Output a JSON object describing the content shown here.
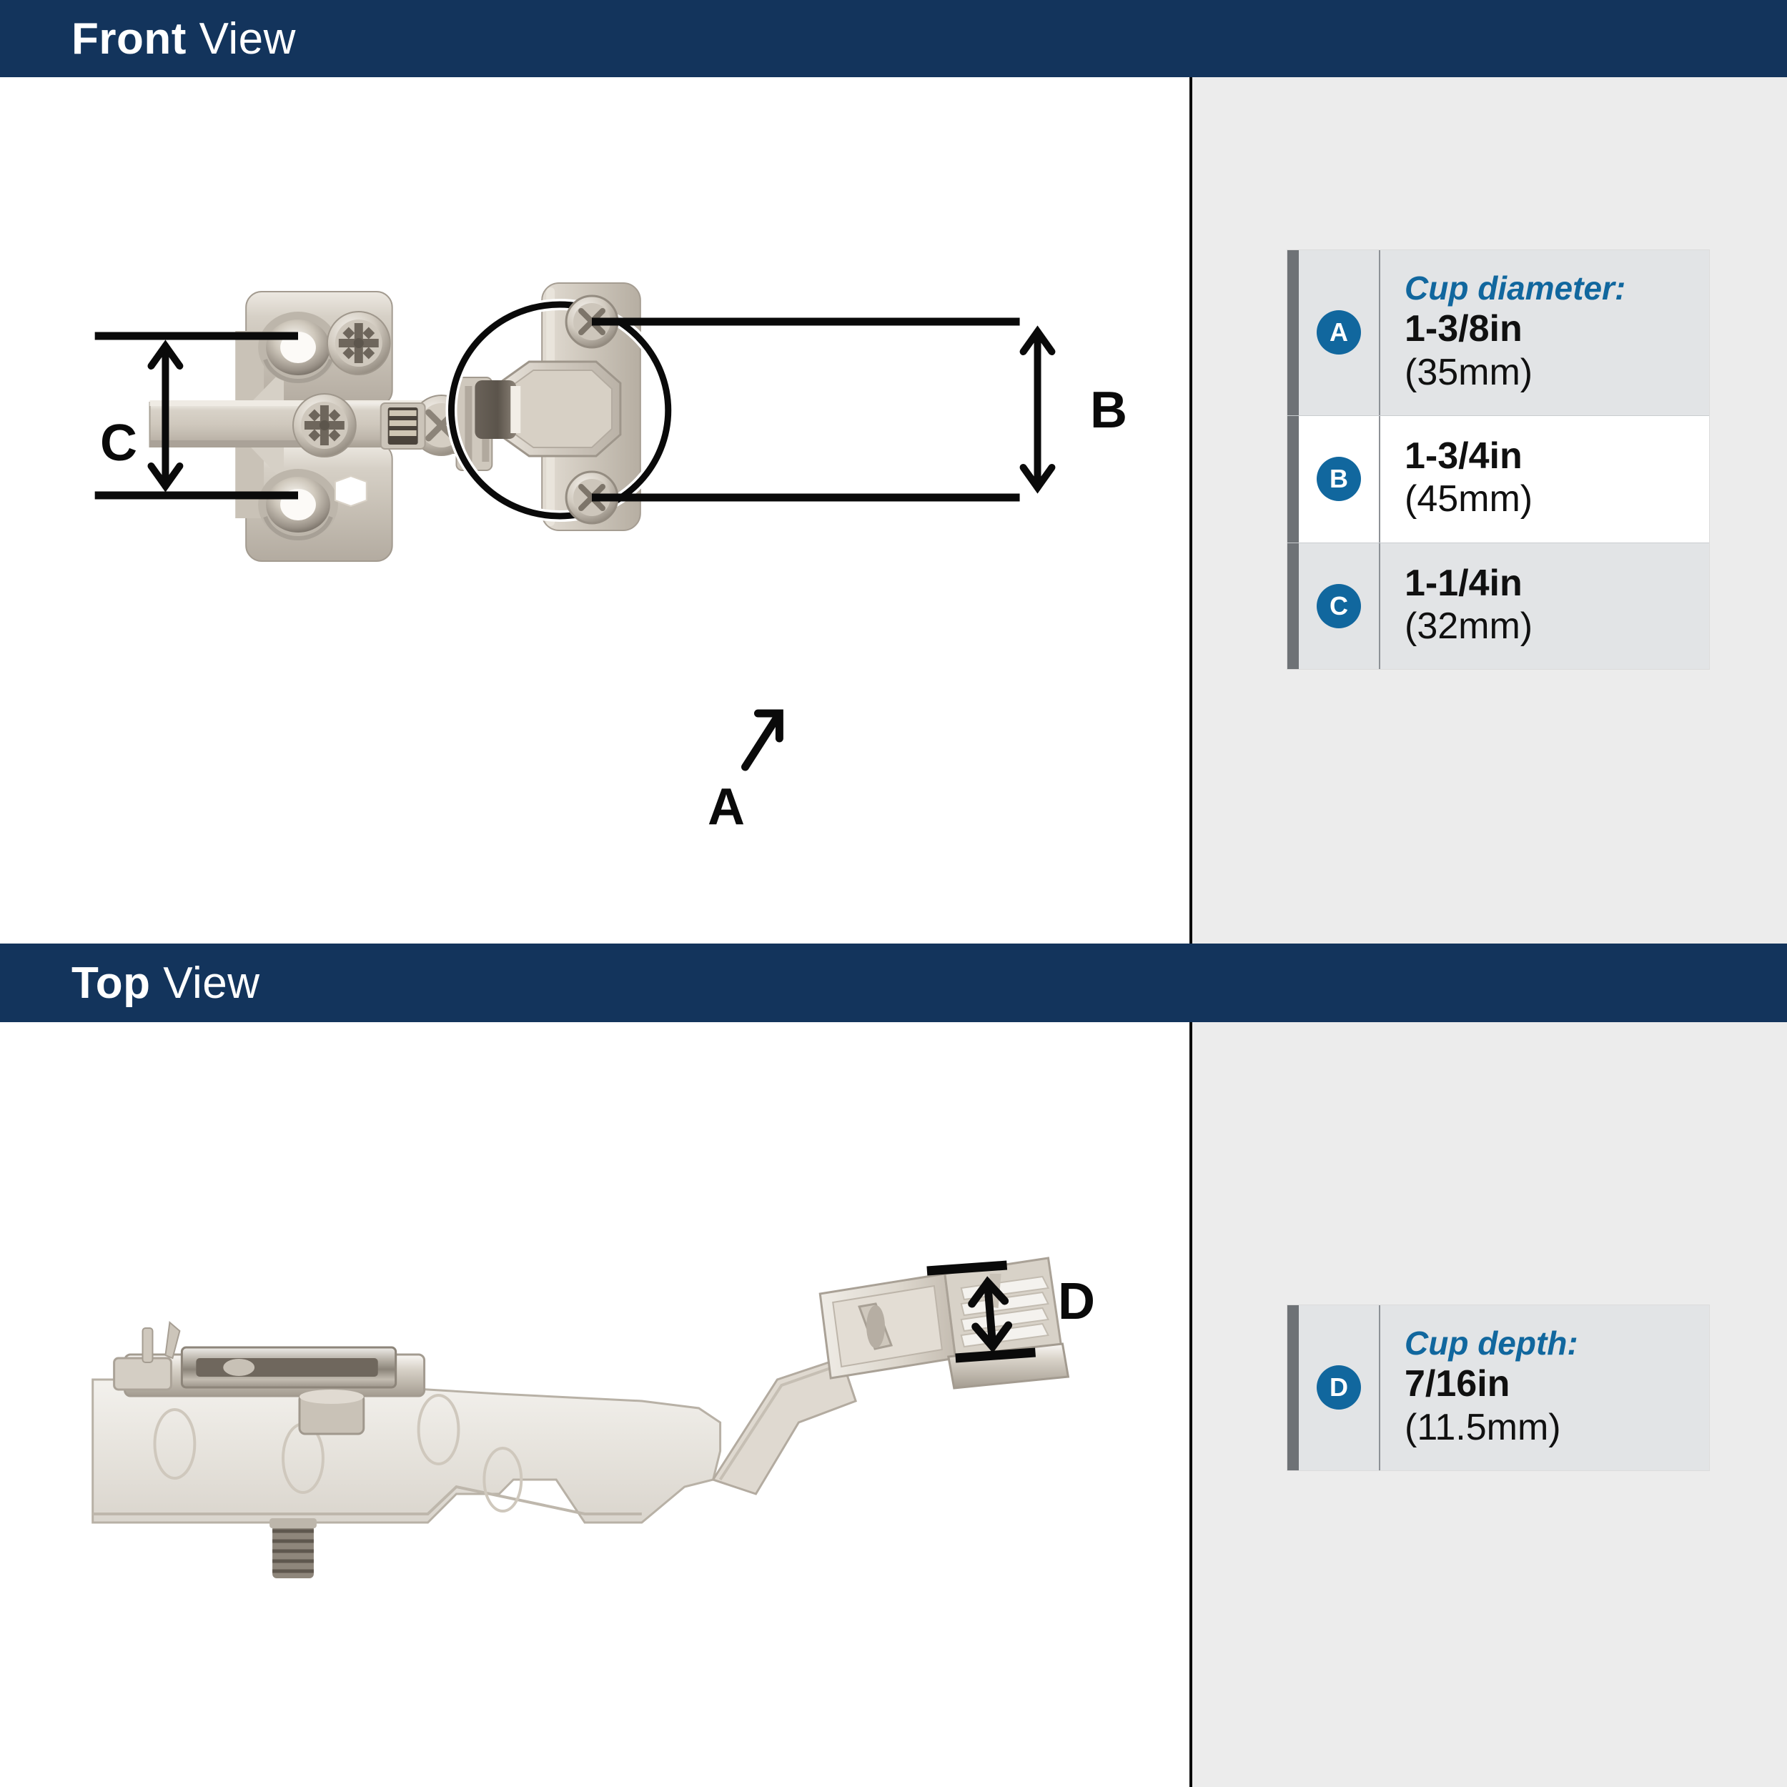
{
  "sections": [
    {
      "id": "front",
      "title_strong": "Front",
      "title_light": "View"
    },
    {
      "id": "top",
      "title_strong": "Top",
      "title_light": "View"
    }
  ],
  "colors": {
    "header_blue": "#13345C",
    "badge_blue": "#11679E",
    "caption_blue": "#11679E",
    "panel_gray": "#ECECEC",
    "row_gray": "#E2E4E6",
    "row_white": "#FFFFFF",
    "accent_bar": "#6E7276",
    "line_black": "#0A0A0A",
    "metal_light": "#D9D4CC",
    "metal_mid": "#BFB9AF",
    "metal_dark": "#8E877C"
  },
  "legend_front": {
    "rows": [
      {
        "badge": "A",
        "caption": "Cup diameter:",
        "value": "1-3/8in",
        "metric": "(35mm)",
        "shade": "gray"
      },
      {
        "badge": "B",
        "caption": "",
        "value": "1-3/4in",
        "metric": "(45mm)",
        "shade": "white"
      },
      {
        "badge": "C",
        "caption": "",
        "value": "1-1/4in",
        "metric": "(32mm)",
        "shade": "gray"
      }
    ]
  },
  "legend_top": {
    "rows": [
      {
        "badge": "D",
        "caption": "Cup depth:",
        "value": "7/16in",
        "metric": "(11.5mm)",
        "shade": "gray"
      }
    ]
  },
  "dimension_labels": {
    "front": [
      {
        "id": "A",
        "label": "A"
      },
      {
        "id": "B",
        "label": "B"
      },
      {
        "id": "C",
        "label": "C"
      }
    ],
    "top": [
      {
        "id": "D",
        "label": "D"
      }
    ]
  },
  "product": {
    "type": "concealed cabinet hinge",
    "views": [
      "Front View",
      "Top View"
    ],
    "callouts": {
      "A": "cup (circled on hinge cup)",
      "B": "mounting plate screw hole spacing",
      "C": "baseplate screw hole spacing",
      "D": "cup depth"
    }
  }
}
